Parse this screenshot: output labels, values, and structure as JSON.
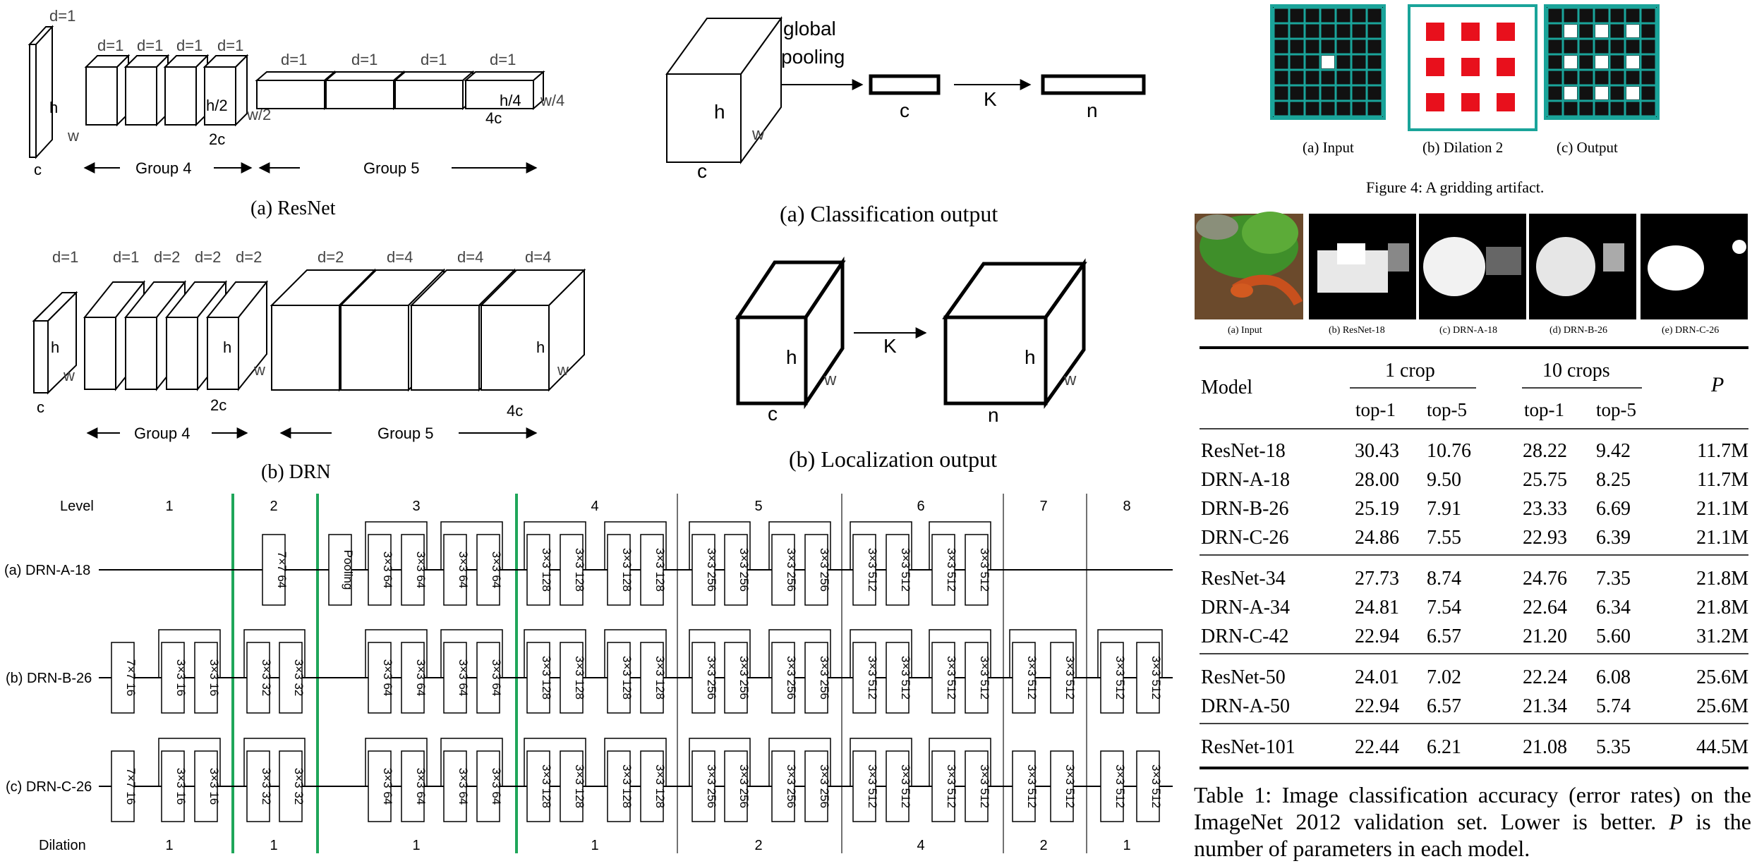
{
  "fig_resnet": {
    "d_top": "d=1",
    "d_g4": [
      "d=1",
      "d=1",
      "d=1",
      "d=1"
    ],
    "d_g5": [
      "d=1",
      "d=1",
      "d=1",
      "d=1"
    ],
    "h": "h",
    "w": "w",
    "c": "c",
    "h2": "h/2",
    "w2": "w/2",
    "c2": "2c",
    "h4": "h/4",
    "w4": "w/4",
    "c4": "4c",
    "group4": "Group 4",
    "group5": "Group 5",
    "caption": "(a) ResNet"
  },
  "fig_drn": {
    "d_top": "d=1",
    "d_g4": [
      "d=1",
      "d=2",
      "d=2",
      "d=2"
    ],
    "d_g5": [
      "d=2",
      "d=4",
      "d=4",
      "d=4"
    ],
    "h": "h",
    "w": "w",
    "c": "c",
    "c2": "2c",
    "c4": "4c",
    "group4": "Group 4",
    "group5": "Group 5",
    "caption": "(b) DRN"
  },
  "fig_class": {
    "pool1": "global",
    "pool2": "pooling",
    "h": "h",
    "w": "w",
    "c": "c",
    "c_vec": "c",
    "K": "K",
    "n": "n",
    "caption": "(a) Classification output"
  },
  "fig_loc": {
    "h": "h",
    "w": "w",
    "c": "c",
    "K": "K",
    "n": "n",
    "caption": "(b) Localization output"
  },
  "fig_arch": {
    "level_label": "Level",
    "levels": [
      "1",
      "2",
      "3",
      "4",
      "5",
      "6",
      "7",
      "8"
    ],
    "rows": [
      "(a) DRN-A-18",
      "(b) DRN-B-26",
      "(c) DRN-C-26"
    ],
    "dilation_label": "Dilation",
    "dilations": [
      "1",
      "1",
      "1",
      "1",
      "2",
      "4",
      "2",
      "1"
    ],
    "a_conv1": "7×7 64",
    "a_pool": "Pooling",
    "conv7_16": "7×7 16",
    "conv3_16": "3×3 16",
    "conv3_32": "3×3 32",
    "conv3_64": "3×3 64",
    "conv3_128": "3×3 128",
    "conv3_256": "3×3 256",
    "conv3_512": "3×3 512"
  },
  "fig_grid": {
    "subcaptions": [
      "(a) Input",
      "(b) Dilation 2",
      "(c) Output"
    ],
    "caption": "Figure 4: A gridding artifact.",
    "colors": {
      "teal": "#1aa49a",
      "red": "#e8101c",
      "dark": "#111111"
    }
  },
  "fig_act": {
    "subcaptions": [
      "(a) Input",
      "(b) ResNet-18",
      "(c) DRN-A-18",
      "(d) DRN-B-26",
      "(e) DRN-C-26"
    ]
  },
  "table": {
    "model_header": "Model",
    "crop1": "1 crop",
    "crop10": "10 crops",
    "top1": "top-1",
    "top5": "top-5",
    "p": "P",
    "groups": [
      [
        [
          "ResNet-18",
          "30.43",
          "10.76",
          "28.22",
          "9.42",
          "11.7M"
        ],
        [
          "DRN-A-18",
          "28.00",
          "9.50",
          "25.75",
          "8.25",
          "11.7M"
        ],
        [
          "DRN-B-26",
          "25.19",
          "7.91",
          "23.33",
          "6.69",
          "21.1M"
        ],
        [
          "DRN-C-26",
          "24.86",
          "7.55",
          "22.93",
          "6.39",
          "21.1M"
        ]
      ],
      [
        [
          "ResNet-34",
          "27.73",
          "8.74",
          "24.76",
          "7.35",
          "21.8M"
        ],
        [
          "DRN-A-34",
          "24.81",
          "7.54",
          "22.64",
          "6.34",
          "21.8M"
        ],
        [
          "DRN-C-42",
          "22.94",
          "6.57",
          "21.20",
          "5.60",
          "31.2M"
        ]
      ],
      [
        [
          "ResNet-50",
          "24.01",
          "7.02",
          "22.24",
          "6.08",
          "25.6M"
        ],
        [
          "DRN-A-50",
          "22.94",
          "6.57",
          "21.34",
          "5.74",
          "25.6M"
        ]
      ],
      [
        [
          "ResNet-101",
          "22.44",
          "6.21",
          "21.08",
          "5.35",
          "44.5M"
        ]
      ]
    ],
    "caption_parts": [
      "Table 1: Image classification accuracy (error rates) on the ImageNet 2012 validation set. Lower is better. ",
      "P",
      " is the number of parameters in each model."
    ]
  }
}
